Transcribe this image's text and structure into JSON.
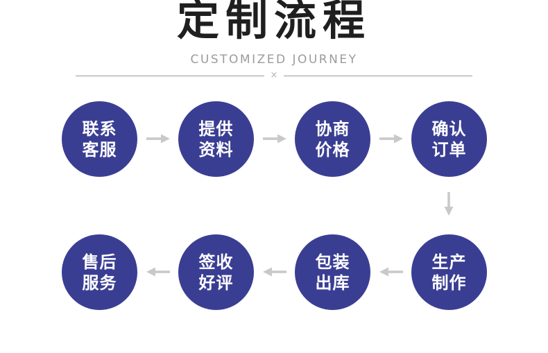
{
  "header": {
    "title": "定制流程",
    "subtitle": "CUSTOMIZED JOURNEY",
    "divider_mark": "×"
  },
  "steps": [
    {
      "line1": "联系",
      "line2": "客服"
    },
    {
      "line1": "提供",
      "line2": "资料"
    },
    {
      "line1": "协商",
      "line2": "价格"
    },
    {
      "line1": "确认",
      "line2": "订单"
    },
    {
      "line1": "生产",
      "line2": "制作"
    },
    {
      "line1": "包装",
      "line2": "出库"
    },
    {
      "line1": "签收",
      "line2": "好评"
    },
    {
      "line1": "售后",
      "line2": "服务"
    }
  ],
  "colors": {
    "circle": "#3a3e93",
    "circle_text": "#ffffff",
    "arrow": "#c9c9c9",
    "title": "#1f1f1f",
    "subtitle": "#9b9b9b",
    "divider": "#999999"
  }
}
